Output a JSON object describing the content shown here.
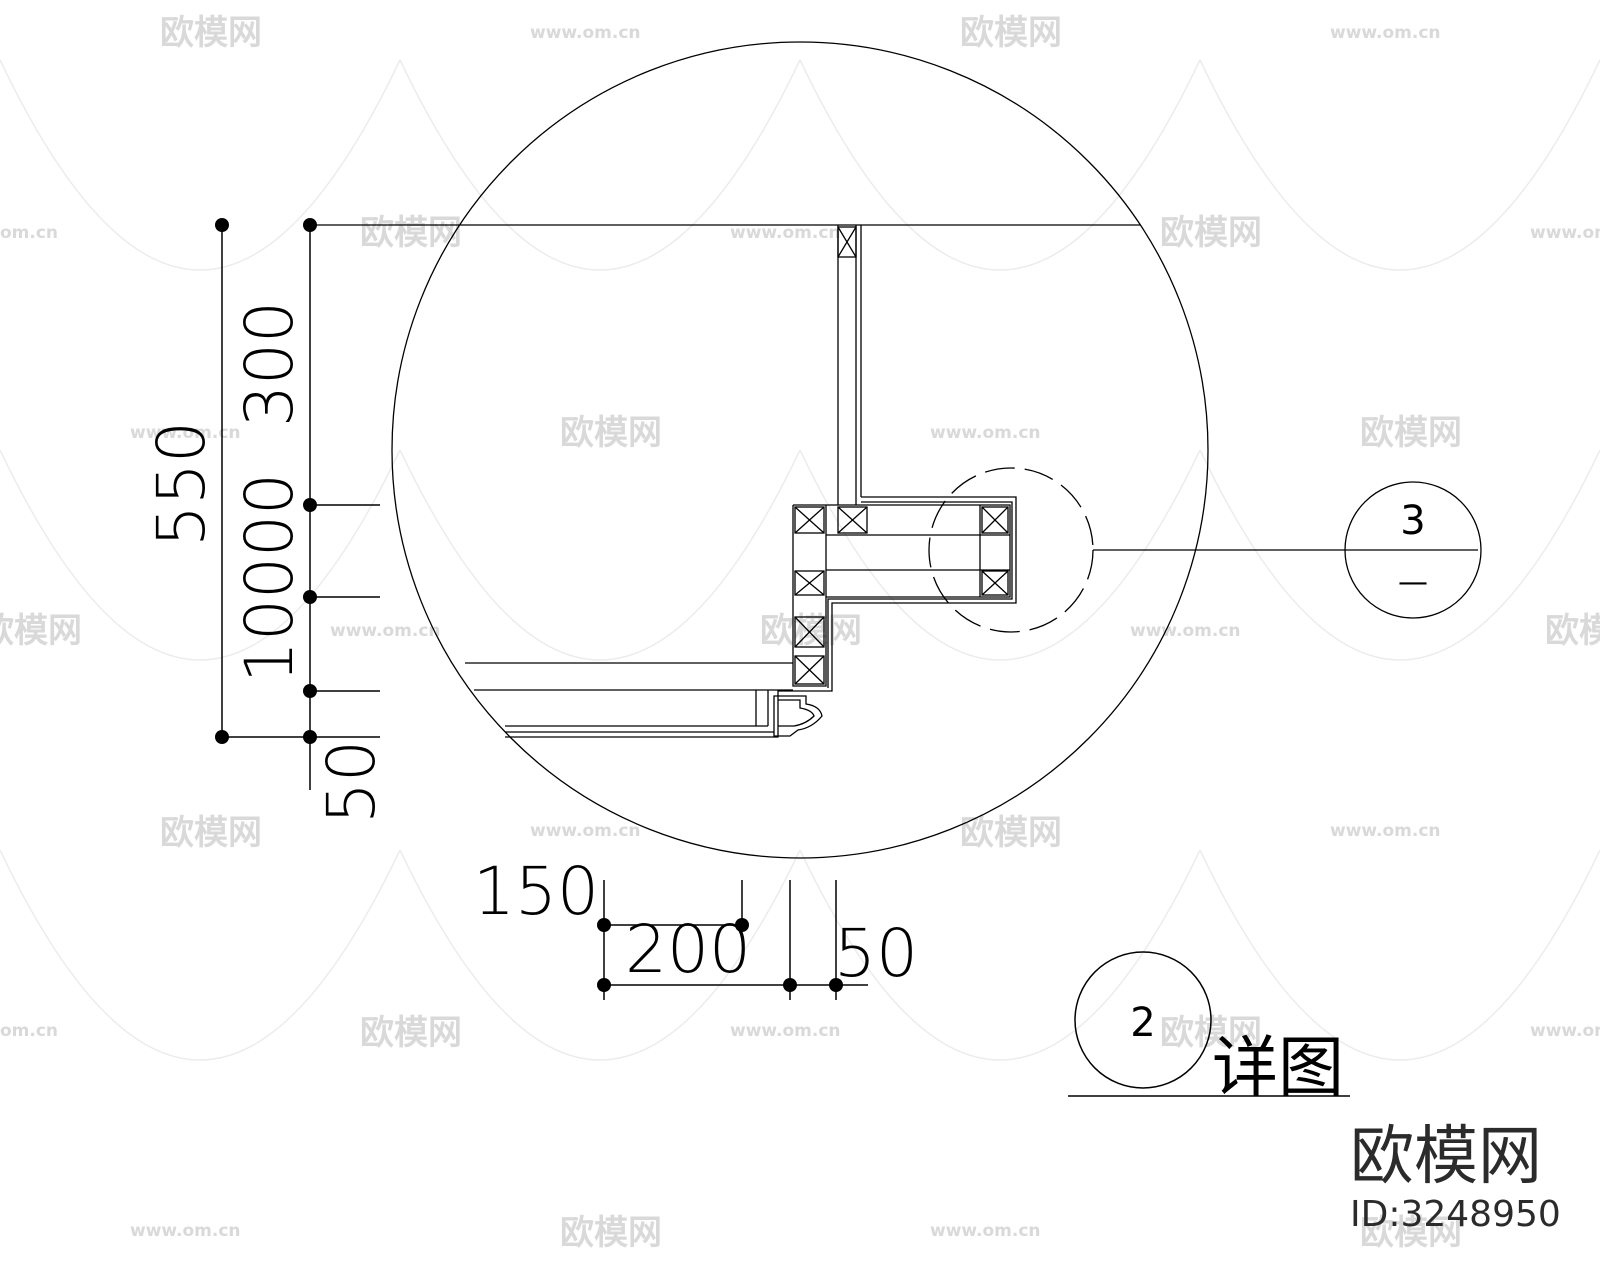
{
  "drawing": {
    "dimensions_vertical": {
      "total": "550",
      "upper": "300",
      "middle": "10000",
      "lower": "50"
    },
    "dimensions_horizontal": {
      "left": "150",
      "middle": "200",
      "right": "50"
    },
    "callout": {
      "number": "3",
      "sheet": "—"
    },
    "title": {
      "number": "2",
      "text": "详图"
    }
  },
  "watermark": {
    "brand": "欧模网",
    "site": "www.om.cn",
    "site_short": "om.cn",
    "id": "ID:3248950"
  },
  "colors": {
    "line": "#000000",
    "watermark": "#d9d9d9",
    "brand": "#2b2b2b"
  }
}
